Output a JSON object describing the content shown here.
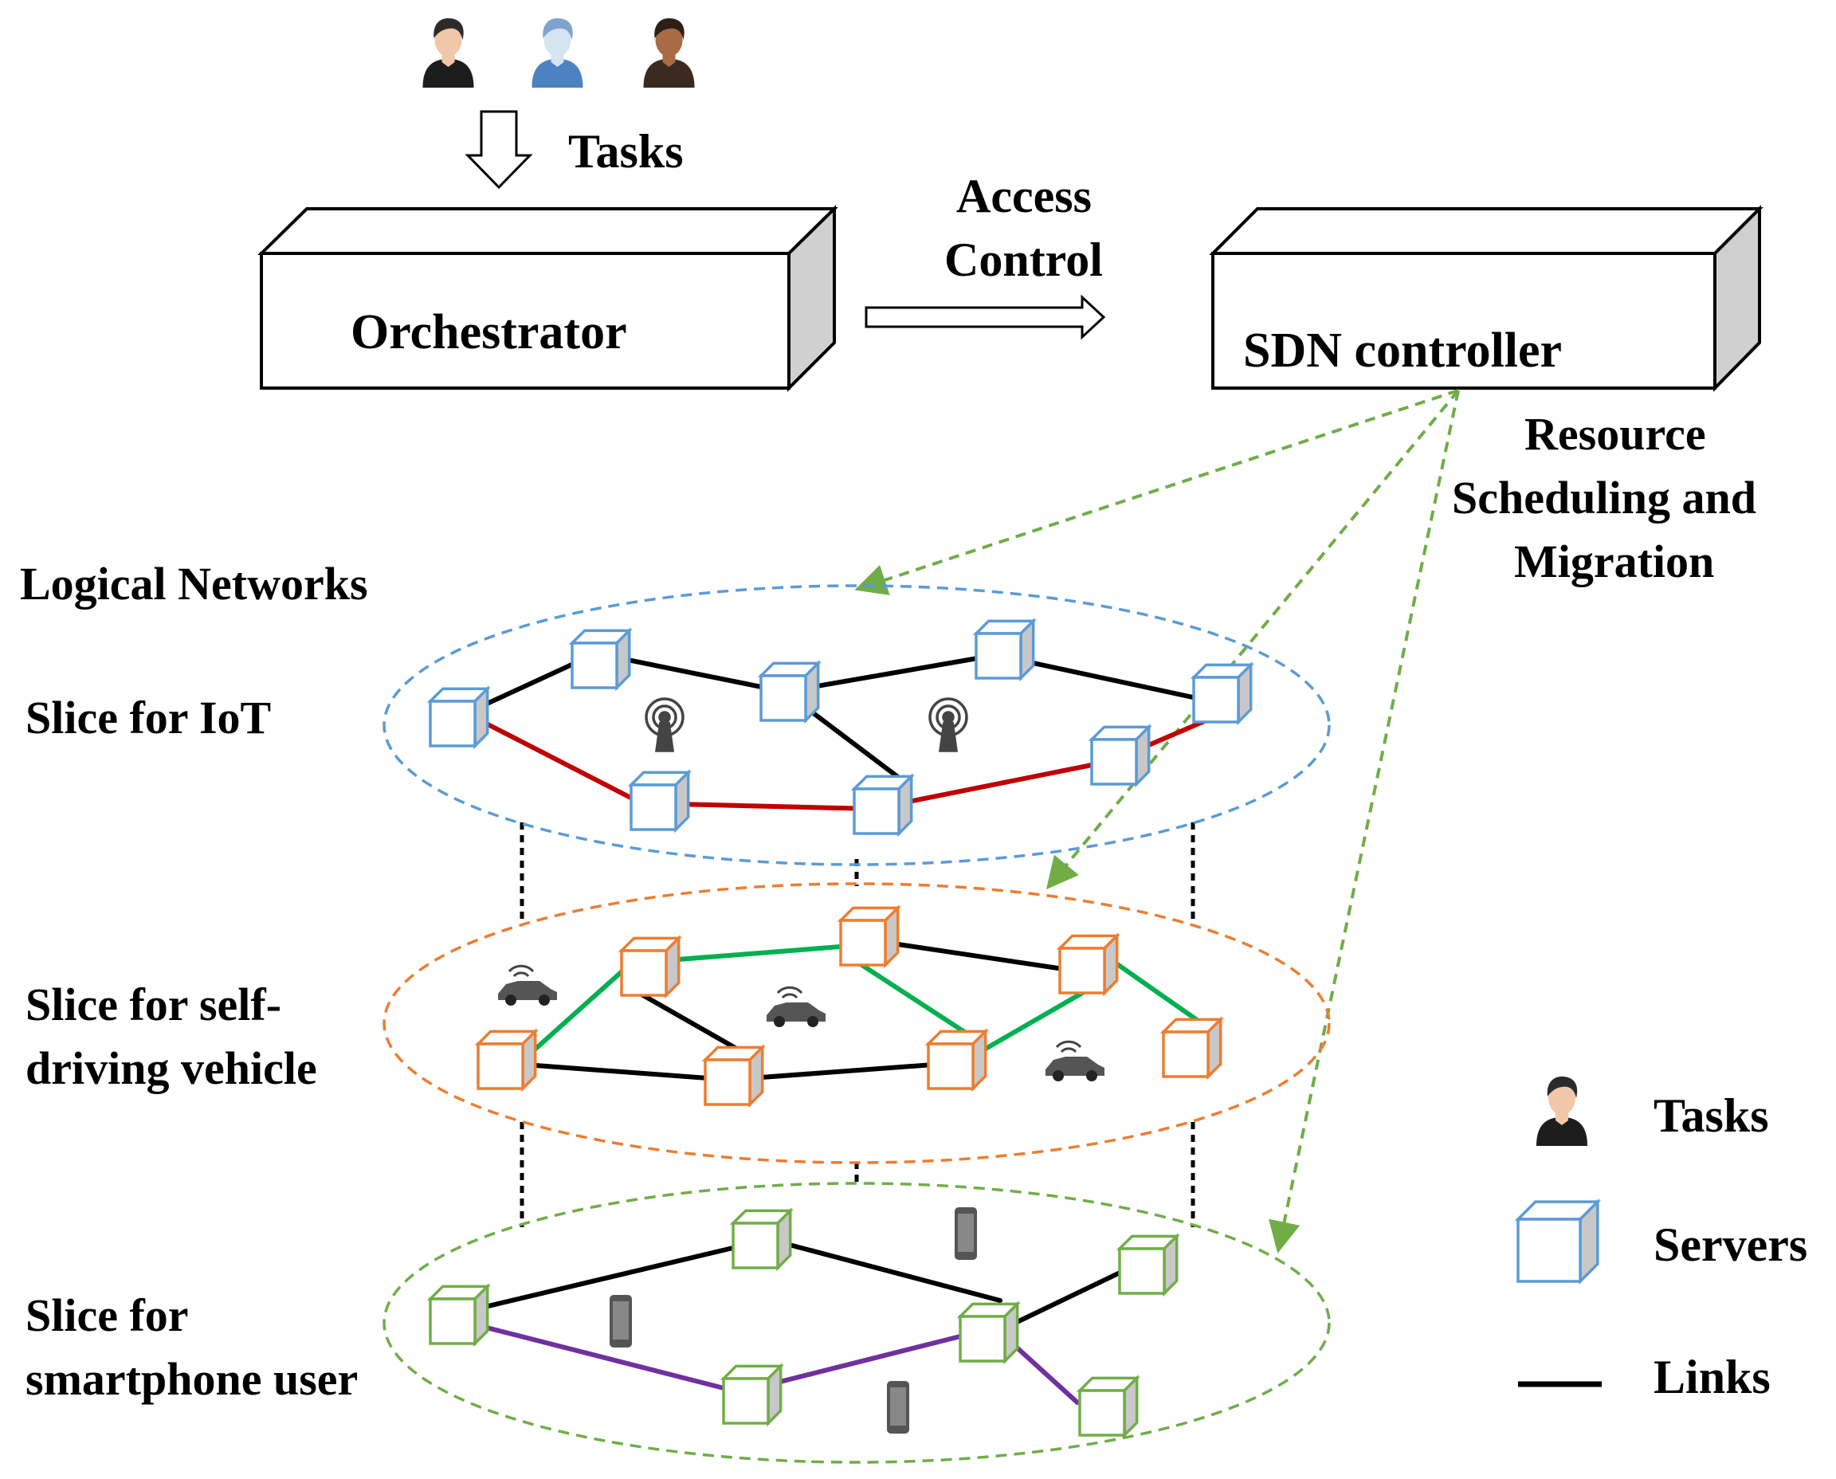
{
  "labels": {
    "tasks_top": "Tasks",
    "orchestrator": "Orchestrator",
    "access_control_line1": "Access",
    "access_control_line2": "Control",
    "sdn_controller": "SDN controller",
    "resource_line1": "Resource",
    "resource_line2": "Scheduling and",
    "resource_line3": "Migration",
    "logical_networks": "Logical Networks",
    "slice_iot": "Slice for IoT",
    "slice_vehicle_line1": "Slice for self-",
    "slice_vehicle_line2": "driving vehicle",
    "slice_phone_line1": "Slice for",
    "slice_phone_line2": "smartphone user"
  },
  "legend": {
    "tasks": "Tasks",
    "servers": "Servers",
    "links": "Links"
  },
  "colors": {
    "iot_slice": "#5b9bd5",
    "vehicle_slice": "#ed7d31",
    "phone_slice": "#70ad47",
    "control_arrows": "#70ad47",
    "iot_path": "#c00000",
    "vehicle_path": "#00b050",
    "phone_path": "#7030a0",
    "link": "#000000"
  },
  "icons": {
    "user": "user-icon",
    "server": "server-cube-icon",
    "antenna": "antenna-icon",
    "car": "connected-car-icon",
    "phone": "smartphone-icon"
  }
}
